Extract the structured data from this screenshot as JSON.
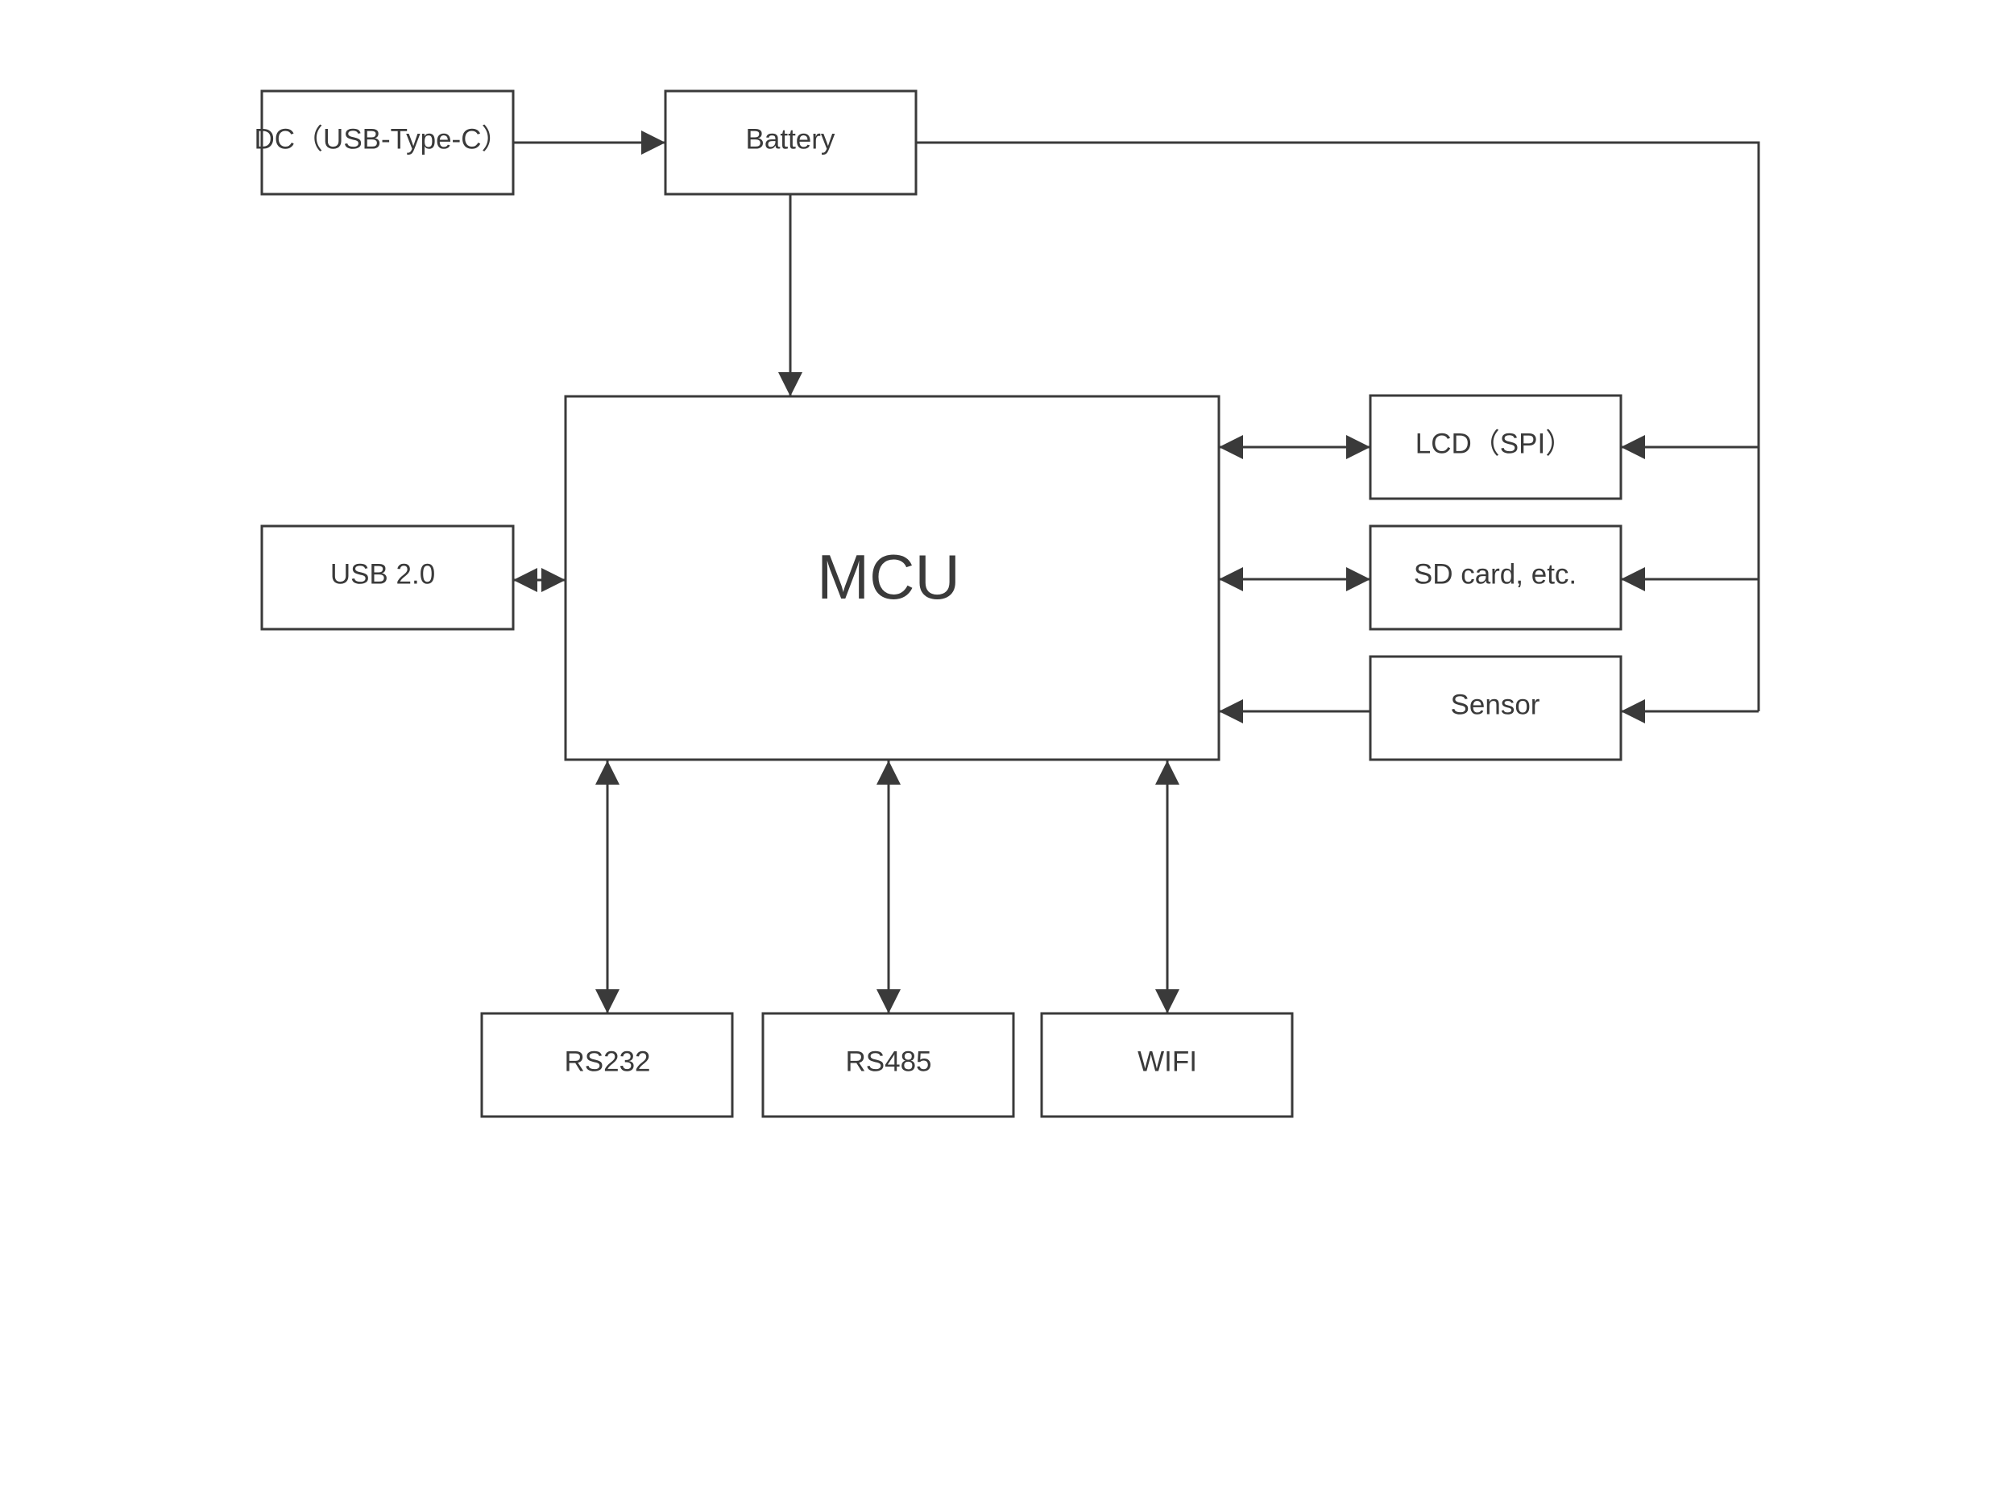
{
  "colors": {
    "line": "#3a3a3a",
    "text": "#3a3a3a",
    "background": "#ffffff"
  },
  "blocks": {
    "dc_input": "DC（USB-Type-C）",
    "battery": "Battery",
    "mcu": "MCU",
    "usb": "USB 2.0",
    "lcd": "LCD（SPI）",
    "sd_card": "SD card, etc.",
    "sensor": "Sensor",
    "rs232": "RS232",
    "rs485": "RS485",
    "wifi": "WIFI"
  },
  "connections": [
    {
      "from": "dc_input",
      "to": "battery",
      "direction": "one-way"
    },
    {
      "from": "battery",
      "to": "mcu",
      "direction": "one-way"
    },
    {
      "from": "battery",
      "to": "lcd",
      "direction": "one-way"
    },
    {
      "from": "battery",
      "to": "sd_card",
      "direction": "one-way"
    },
    {
      "from": "battery",
      "to": "sensor",
      "direction": "one-way"
    },
    {
      "from": "usb",
      "to": "mcu",
      "direction": "two-way"
    },
    {
      "from": "mcu",
      "to": "lcd",
      "direction": "two-way"
    },
    {
      "from": "mcu",
      "to": "sd_card",
      "direction": "two-way"
    },
    {
      "from": "sensor",
      "to": "mcu",
      "direction": "one-way"
    },
    {
      "from": "mcu",
      "to": "rs232",
      "direction": "two-way"
    },
    {
      "from": "mcu",
      "to": "rs485",
      "direction": "two-way"
    },
    {
      "from": "mcu",
      "to": "wifi",
      "direction": "two-way"
    }
  ]
}
